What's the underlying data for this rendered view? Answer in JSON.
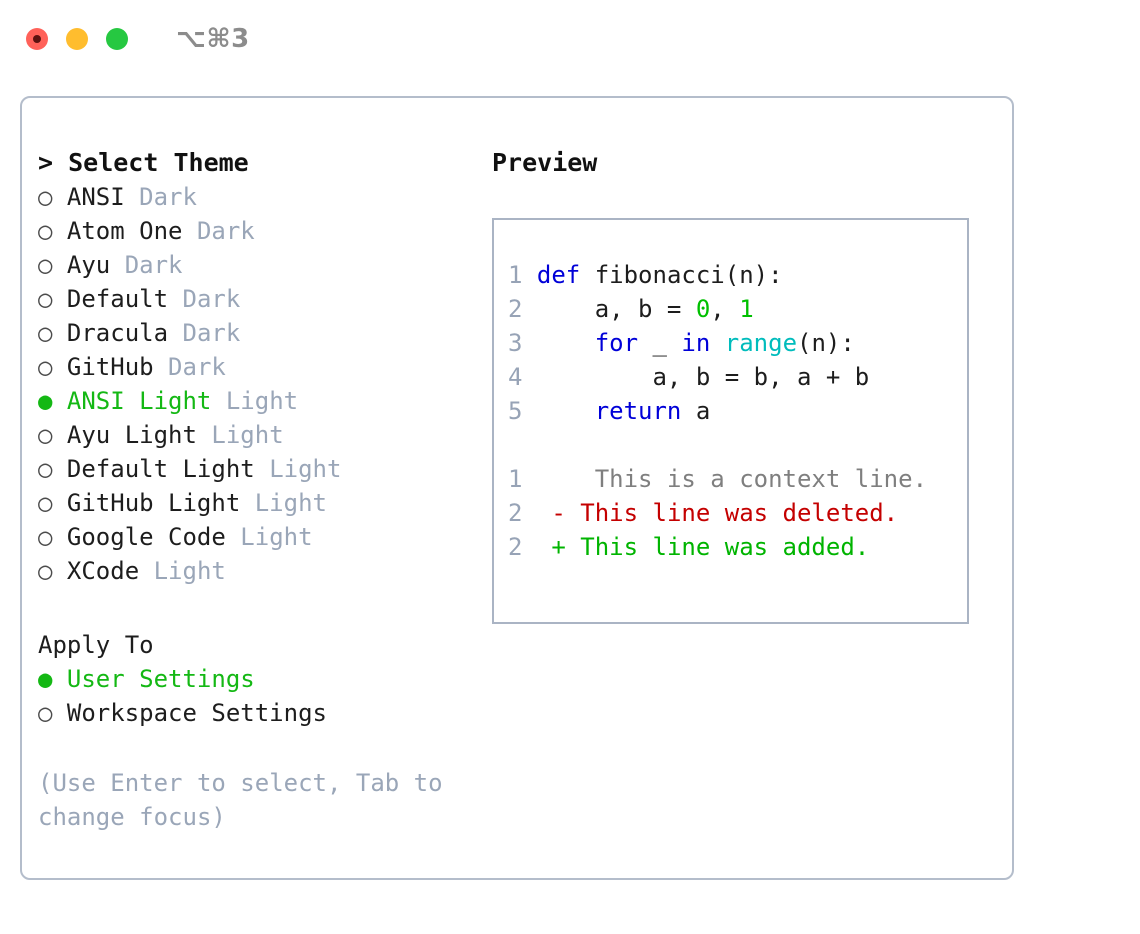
{
  "titlebar": {
    "shortcut": "⌥⌘3",
    "buttons": [
      {
        "name": "close",
        "color": "#ff6159"
      },
      {
        "name": "minimize",
        "color": "#ffbd2e"
      },
      {
        "name": "maximize",
        "color": "#26c841"
      }
    ]
  },
  "theme_picker": {
    "heading": "> Select Theme",
    "caret": ">",
    "heading_label": "Select Theme",
    "marker_selected": "●",
    "marker_unselected": "○",
    "items": [
      {
        "marker": "○",
        "label": "ANSI",
        "tag": "Dark",
        "selected": false
      },
      {
        "marker": "○",
        "label": "Atom One",
        "tag": "Dark",
        "selected": false
      },
      {
        "marker": "○",
        "label": "Ayu",
        "tag": "Dark",
        "selected": false
      },
      {
        "marker": "○",
        "label": "Default",
        "tag": "Dark",
        "selected": false
      },
      {
        "marker": "○",
        "label": "Dracula",
        "tag": "Dark",
        "selected": false
      },
      {
        "marker": "○",
        "label": "GitHub",
        "tag": "Dark",
        "selected": false
      },
      {
        "marker": "●",
        "label": "ANSI Light",
        "tag": "Light",
        "selected": true
      },
      {
        "marker": "○",
        "label": "Ayu Light",
        "tag": "Light",
        "selected": false
      },
      {
        "marker": "○",
        "label": "Default Light",
        "tag": "Light",
        "selected": false
      },
      {
        "marker": "○",
        "label": "GitHub Light",
        "tag": "Light",
        "selected": false
      },
      {
        "marker": "○",
        "label": "Google Code",
        "tag": "Light",
        "selected": false
      },
      {
        "marker": "○",
        "label": "XCode",
        "tag": "Light",
        "selected": false
      }
    ]
  },
  "apply_to": {
    "title": "Apply To",
    "items": [
      {
        "marker": "●",
        "label": "User Settings",
        "selected": true
      },
      {
        "marker": "○",
        "label": "Workspace Settings",
        "selected": false
      }
    ]
  },
  "hint": {
    "line1": "(Use Enter to select, Tab to",
    "line2": "change focus)"
  },
  "preview": {
    "title": "Preview",
    "code": [
      {
        "ln": "1",
        "tokens": [
          {
            "t": "def",
            "c": "kw"
          },
          {
            "t": " fibonacci(n):",
            "c": "plain"
          }
        ]
      },
      {
        "ln": "2",
        "tokens": [
          {
            "t": "    a, b = ",
            "c": "plain"
          },
          {
            "t": "0",
            "c": "num"
          },
          {
            "t": ", ",
            "c": "plain"
          },
          {
            "t": "1",
            "c": "num"
          }
        ]
      },
      {
        "ln": "3",
        "tokens": [
          {
            "t": "    ",
            "c": "plain"
          },
          {
            "t": "for",
            "c": "kw"
          },
          {
            "t": " _ ",
            "c": "plain"
          },
          {
            "t": "in",
            "c": "kw"
          },
          {
            "t": " ",
            "c": "plain"
          },
          {
            "t": "range",
            "c": "fn"
          },
          {
            "t": "(n):",
            "c": "plain"
          }
        ]
      },
      {
        "ln": "4",
        "tokens": [
          {
            "t": "        a, b = b, a + b",
            "c": "plain"
          }
        ]
      },
      {
        "ln": "5",
        "tokens": [
          {
            "t": "    ",
            "c": "plain"
          },
          {
            "t": "return",
            "c": "kw"
          },
          {
            "t": " a",
            "c": "plain"
          }
        ]
      }
    ],
    "diff": [
      {
        "ln": "1",
        "sign": " ",
        "text": "  This is a context line.",
        "kind": "ctx"
      },
      {
        "ln": "2",
        "sign": "-",
        "text": " This line was deleted.",
        "kind": "del"
      },
      {
        "ln": "2",
        "sign": "+",
        "text": " This line was added.",
        "kind": "add"
      }
    ]
  },
  "colors": {
    "accent_green": "#14b814",
    "muted": "#9aa6b8",
    "keyword_blue": "#0000d8",
    "function_cyan": "#00bcbc",
    "number_green": "#00c000",
    "diff_delete": "#c40000",
    "diff_add": "#00b400",
    "border": "#b4bdcb"
  }
}
